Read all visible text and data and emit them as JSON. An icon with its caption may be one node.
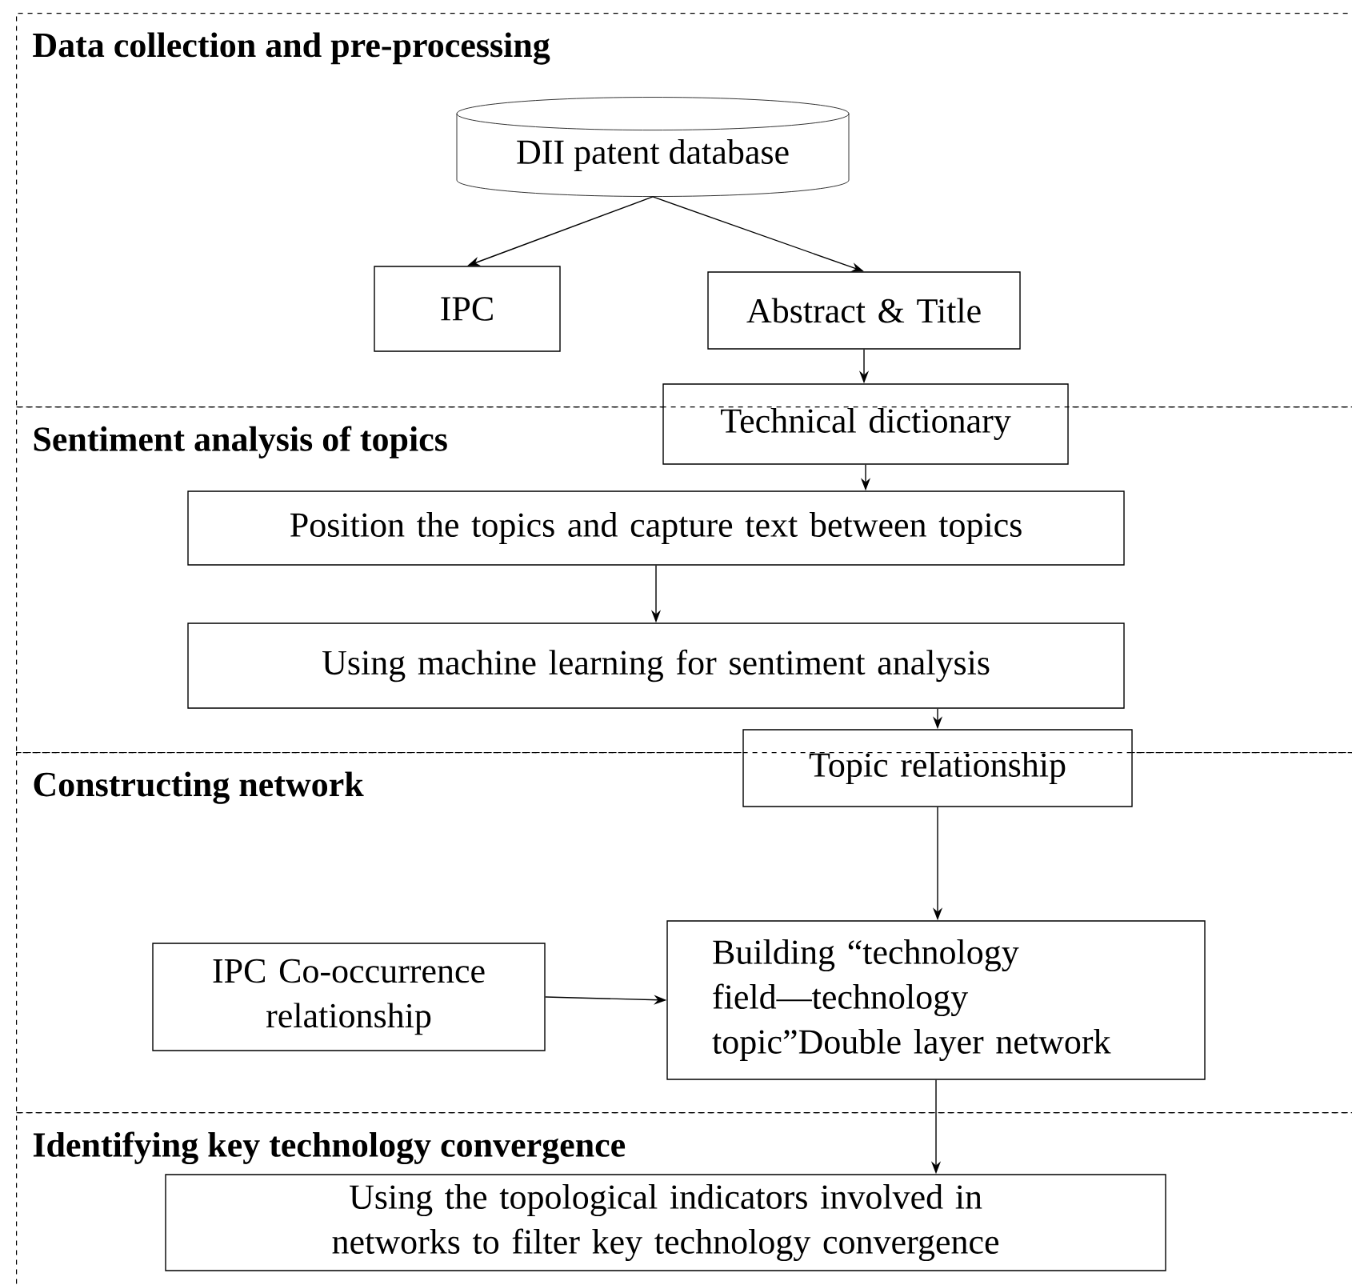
{
  "diagram": {
    "nodes": [
      {
        "text": [
          "Data collection and pre-processing"
        ]
      },
      {
        "text": [
          "DII patent database"
        ],
        "in": 0
      },
      {
        "text": [
          "IPC"
        ],
        "in": 0
      },
      {
        "text": [
          "Abstract & Title"
        ],
        "in": 0
      },
      {
        "text": [
          "Technical dictionary"
        ]
      },
      {
        "text": [
          "Sentiment analysis of topics"
        ]
      },
      {
        "text": [
          "Position the topics and capture text between topics"
        ],
        "in": 5
      },
      {
        "text": [
          "Using machine learning for sentiment analysis"
        ],
        "in": 5
      },
      {
        "text": [
          "Topic relationship"
        ]
      },
      {
        "text": [
          "Constructing network"
        ]
      },
      {
        "text": [
          "IPC Co-occurrence relationship"
        ],
        "in": 9
      },
      {
        "text": [
          "Building “technology field—technology topic”Double layer network"
        ],
        "in": 9
      },
      {
        "text": [
          "Identifying key technology convergence"
        ]
      },
      {
        "text": [
          "Using the topological indicators involved in networks to filter key technology convergence"
        ],
        "in": 12
      }
    ],
    "edges": [
      {
        "from": 1,
        "to": 2,
        "arrow": "to"
      },
      {
        "from": 1,
        "to": 3,
        "arrow": "to"
      },
      {
        "from": 3,
        "to": 4,
        "arrow": "to"
      },
      {
        "from": 4,
        "to": 6,
        "arrow": "to"
      },
      {
        "from": 6,
        "to": 7,
        "arrow": "to"
      },
      {
        "from": 7,
        "to": 8,
        "arrow": "to"
      },
      {
        "from": 8,
        "to": 11,
        "arrow": "to"
      },
      {
        "from": 10,
        "to": 11,
        "arrow": "to"
      },
      {
        "from": 11,
        "to": 13,
        "arrow": "to"
      }
    ]
  }
}
